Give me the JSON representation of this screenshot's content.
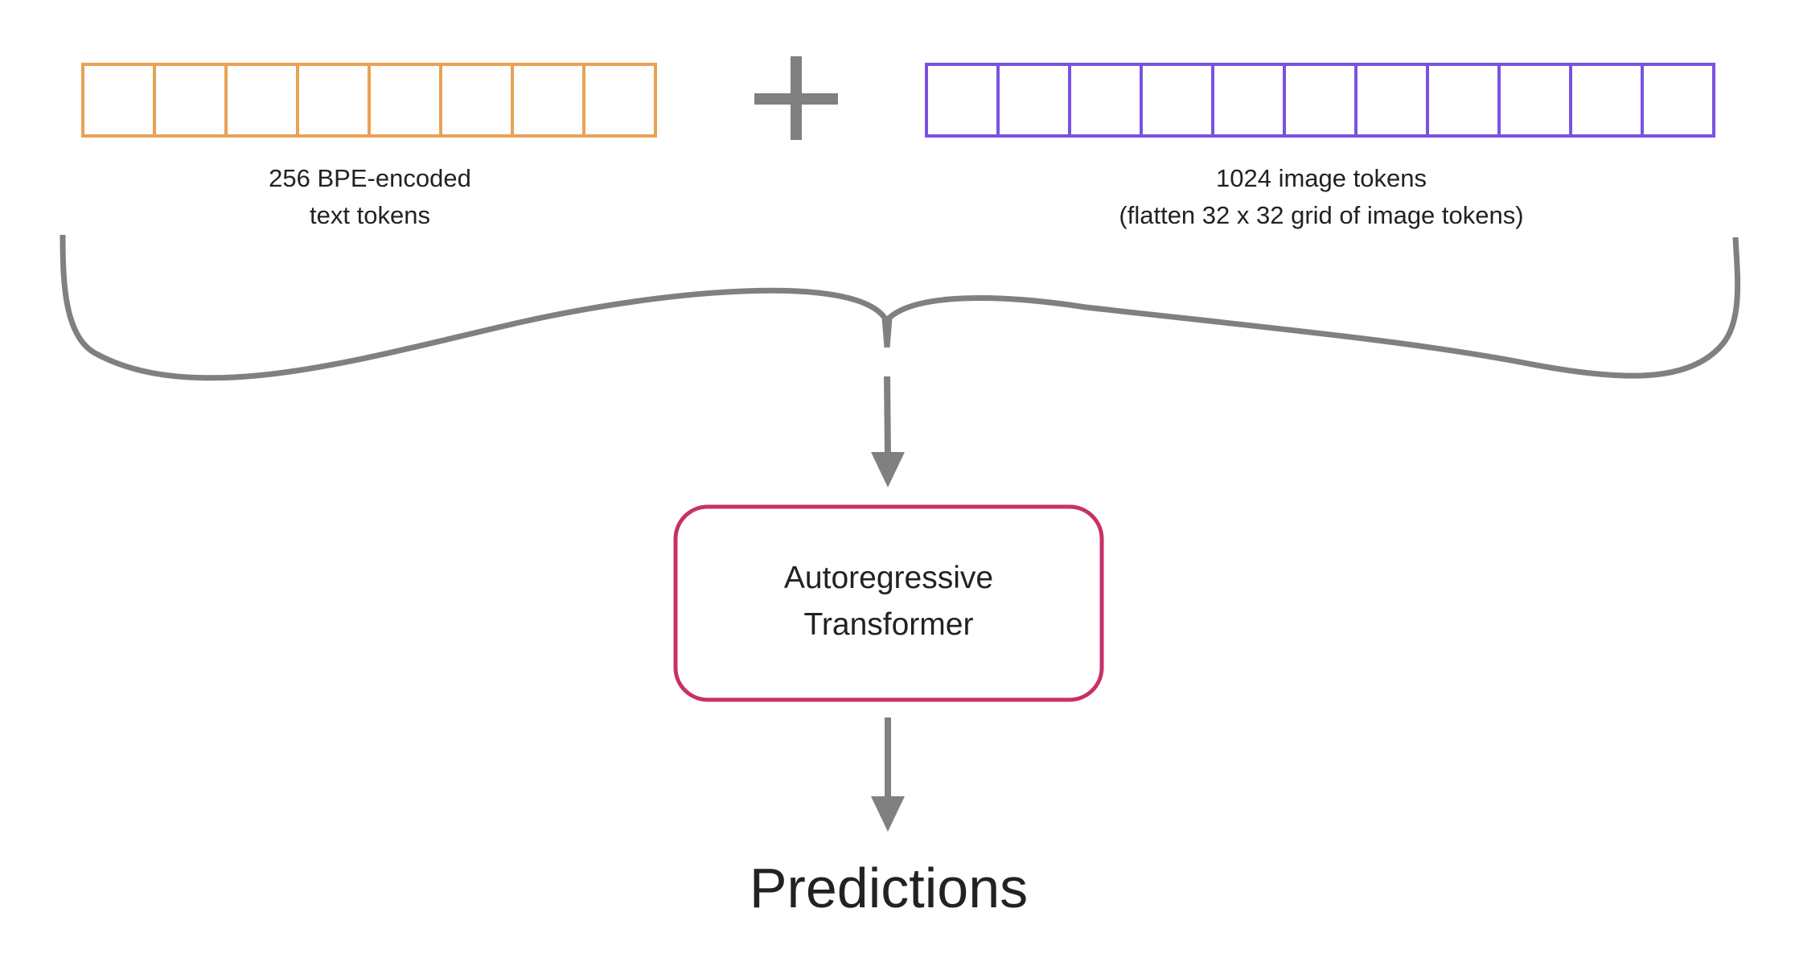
{
  "text_tokens": {
    "count": 8,
    "caption_line1": "256 BPE-encoded",
    "caption_line2": "text tokens",
    "color": "#E8A255"
  },
  "image_tokens": {
    "count": 11,
    "caption_line1": "1024 image tokens",
    "caption_line2": "(flatten 32 x 32 grid of image tokens)",
    "color": "#7B52E0"
  },
  "plus_symbol": "+",
  "connector_color": "#808080",
  "transformer": {
    "label_line1": "Autoregressive",
    "label_line2": "Transformer",
    "border_color": "#C8306A"
  },
  "output": {
    "label": "Predictions"
  }
}
